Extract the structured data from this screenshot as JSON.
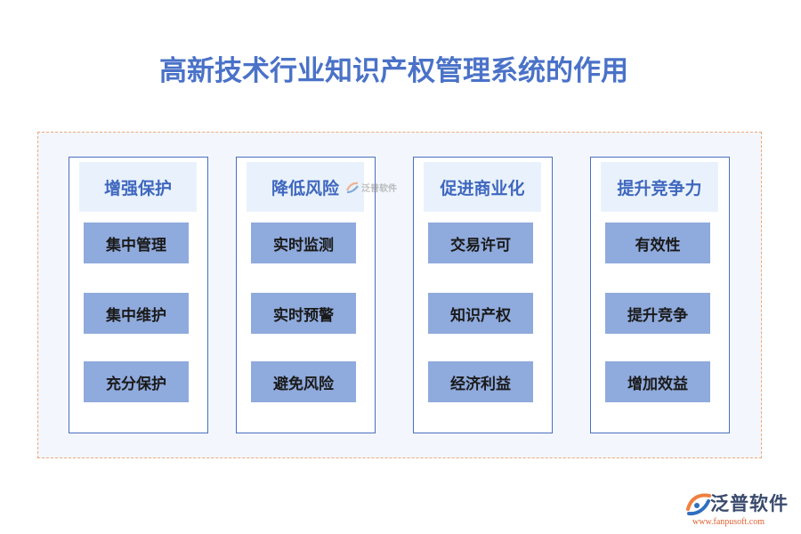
{
  "title": "高新技术行业知识产权管理系统的作用",
  "columns": [
    {
      "header": "增强保护",
      "items": [
        "集中管理",
        "集中维护",
        "充分保护"
      ]
    },
    {
      "header": "降低风险",
      "items": [
        "实时监测",
        "实时预警",
        "避免风险"
      ]
    },
    {
      "header": "促进商业化",
      "items": [
        "交易许可",
        "知识产权",
        "经济利益"
      ]
    },
    {
      "header": "提升竞争力",
      "items": [
        "有效性",
        "提升竞争",
        "增加效益"
      ]
    }
  ],
  "watermark": "泛普软件",
  "logo": {
    "name": "泛普软件",
    "url": "www.fanpusoft.com",
    "colors": {
      "orange": "#f08040",
      "blue": "#2f6fc0"
    }
  },
  "colors": {
    "title": "#4a72c8",
    "header_bg": "#e9f2fc",
    "header_text": "#3f67be",
    "item_bg": "#8faadc",
    "column_border": "#4a6fc0",
    "frame_border": "#f0a878",
    "frame_bg": "#f3f7fd"
  }
}
